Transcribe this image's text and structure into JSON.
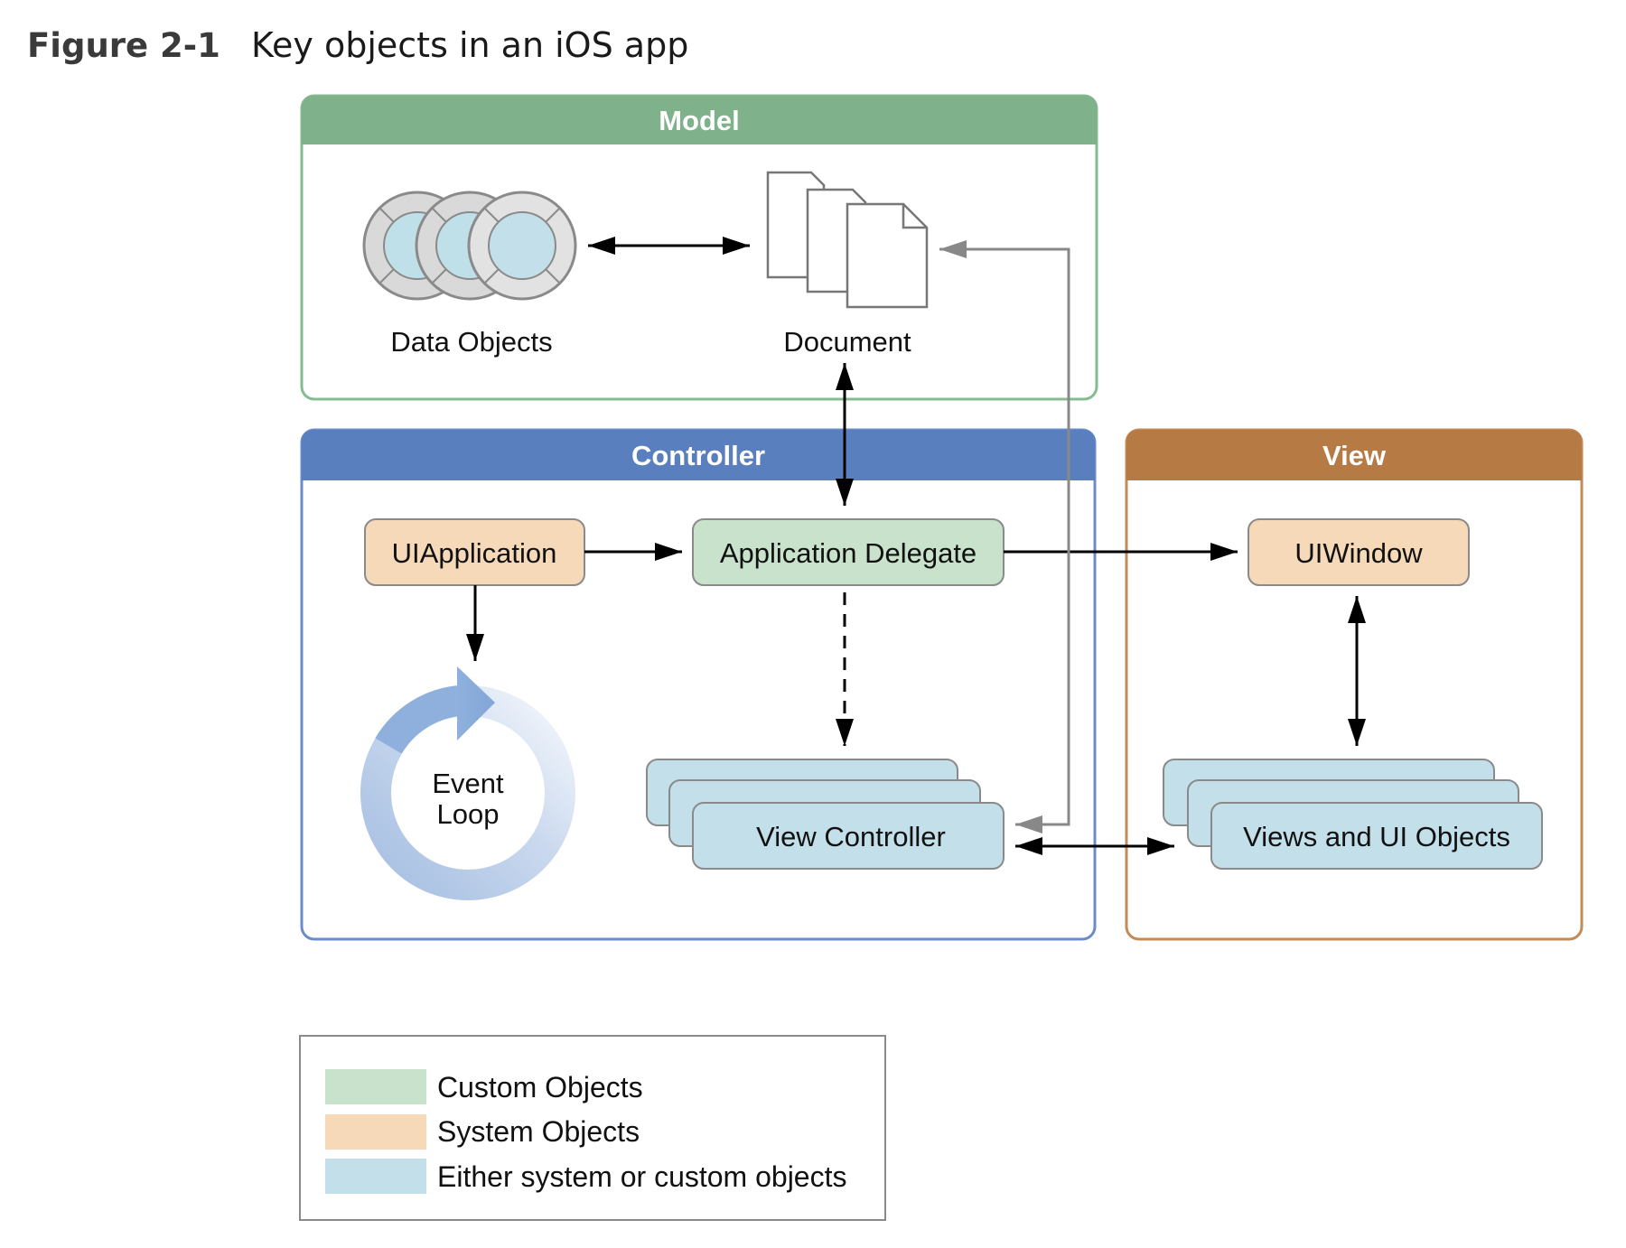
{
  "figure": {
    "number": "Figure 2-1",
    "title": "Key objects in an iOS app"
  },
  "groups": {
    "model": {
      "title": "Model",
      "header_color": "#7fb18b",
      "border_color": "#86bb92"
    },
    "controller": {
      "title": "Controller",
      "header_color": "#5a7fbe",
      "border_color": "#6a8cc8"
    },
    "view": {
      "title": "View",
      "header_color": "#b67a44",
      "border_color": "#c48a57"
    }
  },
  "nodes": {
    "data_objects": "Data Objects",
    "document": "Document",
    "ui_application": "UIApplication",
    "application_delegate": "Application Delegate",
    "ui_window": "UIWindow",
    "event_loop_line1": "Event",
    "event_loop_line2": "Loop",
    "view_controller": "View Controller",
    "views_and_ui_objects": "Views and UI Objects"
  },
  "legend": {
    "items": [
      {
        "label": "Custom Objects",
        "color": "#c8e2cb"
      },
      {
        "label": "System Objects",
        "color": "#f6d9b9"
      },
      {
        "label": "Either system or custom objects",
        "color": "#c3e0ea"
      }
    ]
  },
  "colors": {
    "custom": "#c8e2cb",
    "system": "#f6d9b9",
    "either": "#c3e0ea",
    "arrow": "#000000",
    "arrow_gray": "#888888"
  }
}
